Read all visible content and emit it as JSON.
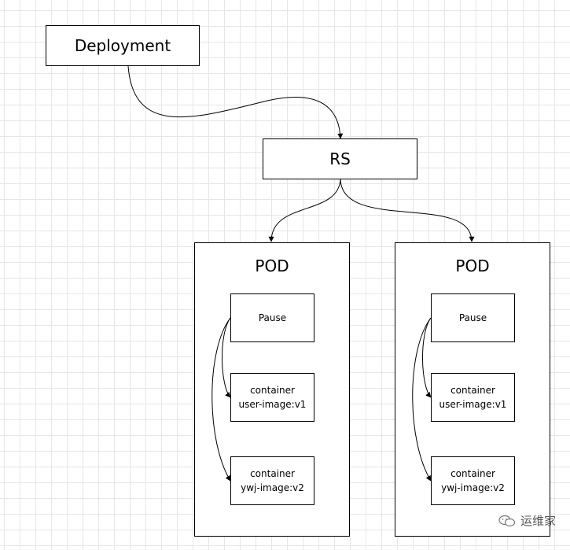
{
  "deployment": {
    "label": "Deployment"
  },
  "rs": {
    "label": "RS"
  },
  "pods": [
    {
      "title": "POD",
      "pause": "Pause",
      "c1": {
        "line1": "container",
        "line2": "user-image:v1"
      },
      "c2": {
        "line1": "container",
        "line2": "ywj-image:v2"
      }
    },
    {
      "title": "POD",
      "pause": "Pause",
      "c1": {
        "line1": "container",
        "line2": "user-image:v1"
      },
      "c2": {
        "line1": "container",
        "line2": "ywj-image:v2"
      }
    }
  ],
  "watermark": {
    "text": "运维家"
  },
  "colors": {
    "grid": "#e6e6e6",
    "stroke": "#000000",
    "background": "#ffffff"
  }
}
